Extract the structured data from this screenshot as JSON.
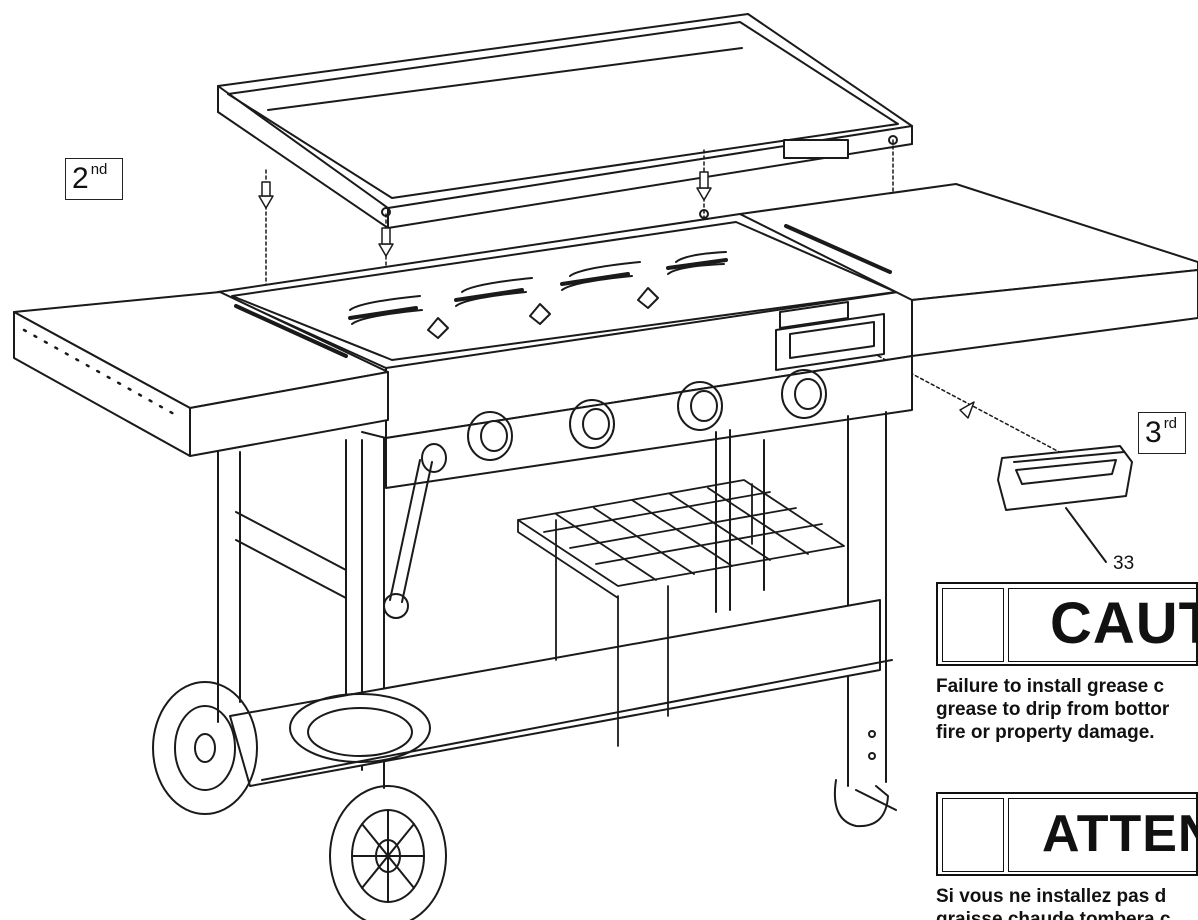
{
  "steps": {
    "second": {
      "number": "2",
      "suffix": "nd"
    },
    "third": {
      "number": "3",
      "suffix": "rd"
    }
  },
  "parts": {
    "grease_cup_number": "33"
  },
  "caution": {
    "title": "CAUT",
    "lines": [
      "Failure to install grease c",
      "grease to drip from bottor",
      "fire or property damage."
    ]
  },
  "attention": {
    "title": "ATTEN",
    "lines": [
      "Si vous ne installez pas d",
      "graisse chaude tombera c"
    ]
  },
  "colors": {
    "line": "#1a1a1a",
    "background": "#ffffff"
  }
}
